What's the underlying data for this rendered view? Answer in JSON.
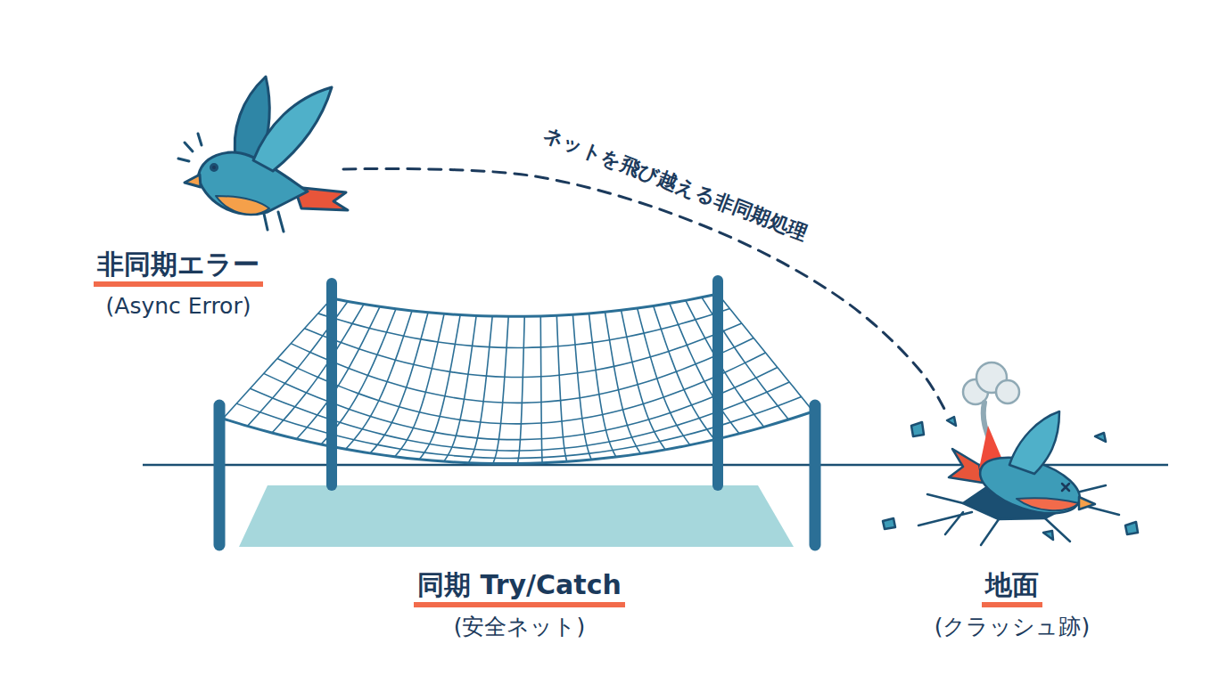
{
  "diagram": {
    "nodes": [
      {
        "text": [
          "非同期エラー",
          "(Async Error)"
        ]
      },
      {
        "text": [
          "同期 Try/Catch",
          "(安全ネット)"
        ]
      },
      {
        "text": [
          "地面",
          "(クラッシュ跡)"
        ]
      }
    ],
    "edges": [
      {
        "from": 0,
        "to": 2,
        "arrow": "none",
        "label": "ネットを飛び越える非同期処理"
      }
    ]
  }
}
